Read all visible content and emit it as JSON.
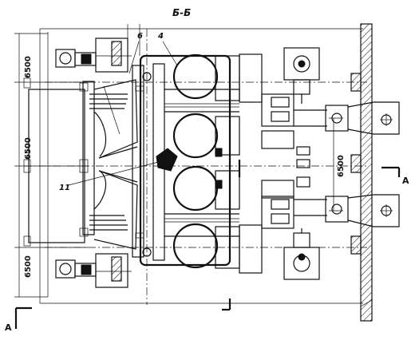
{
  "title": "Б-Б",
  "dimensions": {
    "left_top": "6500",
    "left_middle": "6500",
    "left_bottom": "6500",
    "right_middle": "6500"
  },
  "callouts": {
    "six": "6",
    "four": "4",
    "eleven": "11"
  },
  "section_marks": {
    "right": "А",
    "bottom_left": "А"
  }
}
